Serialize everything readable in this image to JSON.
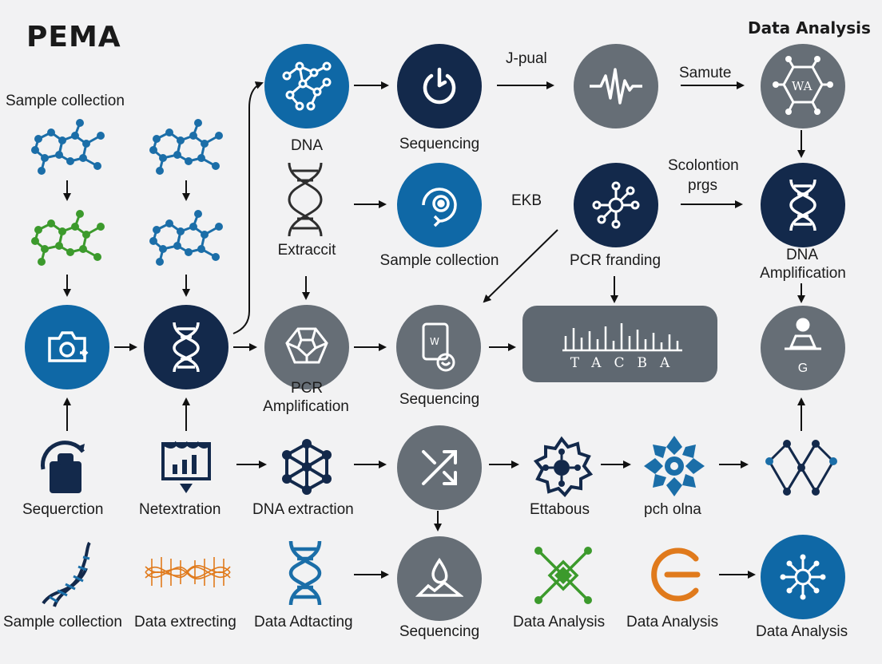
{
  "title": "PEMA",
  "header_right": "Data Analysis",
  "labels": {
    "sample_collection_top": "Sample collection",
    "dna": "DNA",
    "sequencing_1": "Sequencing",
    "j_pual": "J-pual",
    "samute": "Samute",
    "extraccit": "Extraccit",
    "sample_collection_mid": "Sample collection",
    "ekb": "EKB",
    "pcr_franding": "PCR franding",
    "scolontion": "Scolontion",
    "prgs": "prgs",
    "dna_amp_1": "DNA",
    "dna_amp_2": "Amplification",
    "pcr": "PCR",
    "amplification": "Amplification",
    "sequencing_2": "Sequencing",
    "g_letter": "G",
    "sequerction": "Sequerction",
    "netextration": "Netextration",
    "dna_extraction": "DNA extraction",
    "ettabous": "Ettabous",
    "pch_olna": "pch olna",
    "sample_collection_bottom": "Sample collection",
    "data_extrecting": "Data extrecting",
    "data_adtacting": "Data Adtacting",
    "sequencing_3": "Sequencing",
    "data_analysis_1": "Data Analysis",
    "data_analysis_2": "Data Analysis",
    "data_analysis_3": "Data Analysis"
  },
  "panel": {
    "letters": "TACBA"
  },
  "icon_glyphs": {
    "wa": "WA",
    "small_w": "W"
  },
  "colors": {
    "blue": "#0f68a6",
    "navy": "#13294b",
    "gray": "#666e76",
    "green": "#3c9a2c",
    "orange": "#e07a1c",
    "background": "#f2f2f3"
  }
}
